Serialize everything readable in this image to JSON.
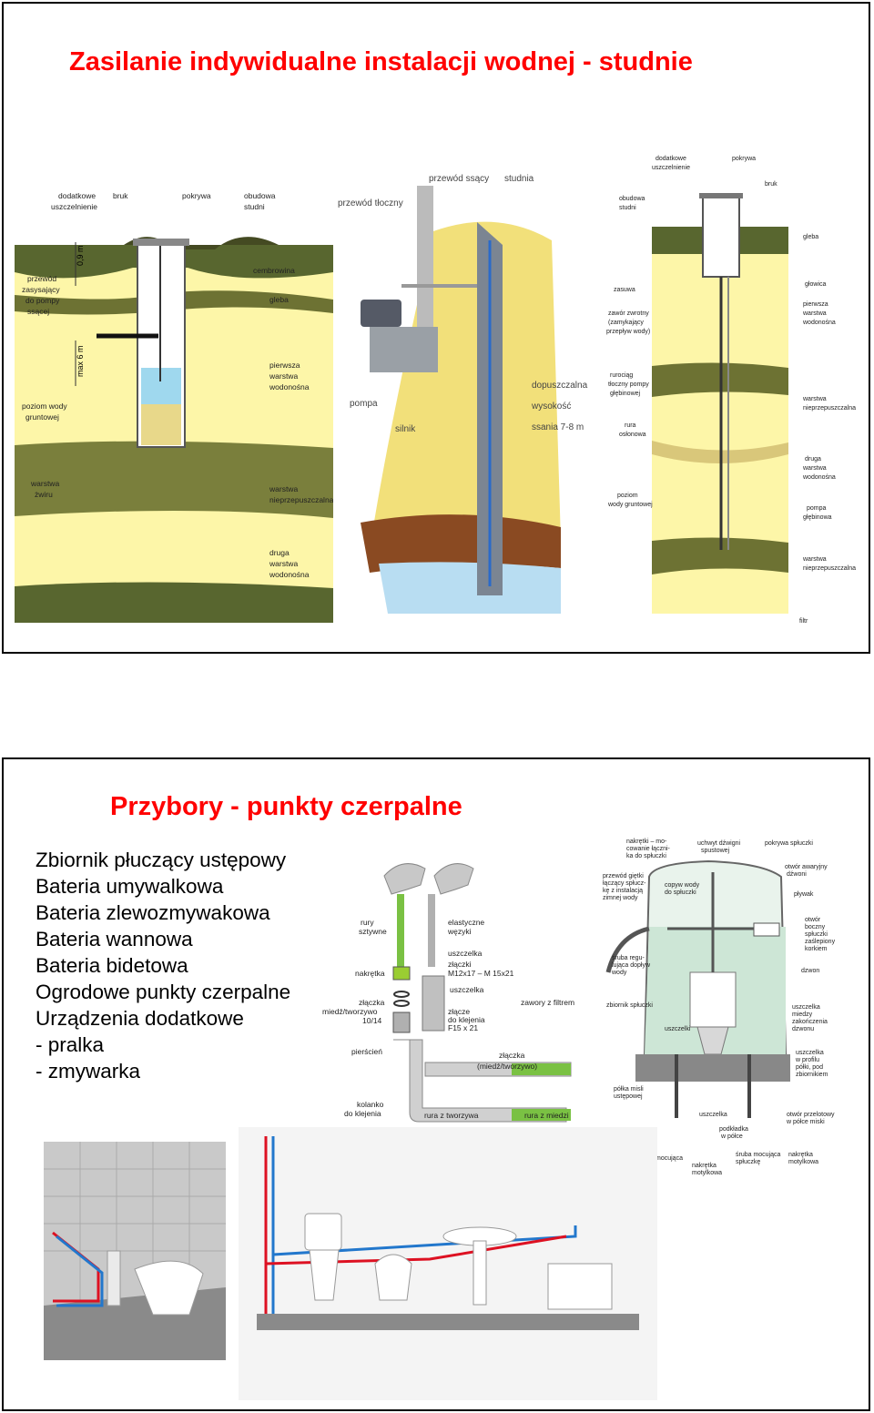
{
  "slide1": {
    "title": "Zasilanie indywidualne instalacji wodnej - studnie",
    "fig_a": {
      "labels": [
        "dodatkowe",
        "uszczelnienie",
        "bruk",
        "pokrywa",
        "obudowa",
        "studni",
        "cembrowina",
        "gleba",
        "przewód",
        "zasysający",
        "do pompy",
        "ssącej",
        "pierwsza",
        "warstwa",
        "wodonośna",
        "poziom wody",
        "gruntowej",
        "warstwa",
        "żwiru",
        "warstwa",
        "nieprzepuszczalna",
        "druga",
        "warstwa",
        "wodonośna"
      ],
      "dim_top": "0,9 m",
      "dim_mid": "max 6 m"
    },
    "fig_b": {
      "labels": [
        "przewód ssący",
        "studnia",
        "przewód tłoczny",
        "pompa",
        "silnik",
        "dopuszczalna",
        "wysokość",
        "ssania 7-8 m"
      ]
    },
    "fig_c": {
      "labels": [
        "dodatkowe",
        "uszczelnienie",
        "pokrywa",
        "bruk",
        "obudowa",
        "studni",
        "gleba",
        "zasuwa",
        "głowica",
        "pierwsza",
        "warstwa",
        "wodonośna",
        "zawór zwrotny",
        "(zamykający",
        "przepływ wody)",
        "rurociąg",
        "tłoczny pompy",
        "głębinowej",
        "rura",
        "osłonowa",
        "warstwa",
        "nieprzepuszczalna",
        "druga",
        "warstwa",
        "wodonośna",
        "poziom",
        "wody gruntowej",
        "pompa",
        "głębinowa",
        "warstwa",
        "nieprzepuszczalna",
        "filtr"
      ]
    }
  },
  "slide2": {
    "title": "Przybory - punkty czerpalne",
    "bullets": [
      "Zbiornik płuczący ustępowy",
      "Bateria umywalkowa",
      "Bateria zlewozmywakowa",
      "Bateria wannowa",
      "Bateria bidetowa",
      "Ogrodowe punkty czerpalne",
      "Urządzenia dodatkowe",
      "- pralka",
      "- zmywarka"
    ],
    "fittings": {
      "labels": [
        "rury",
        "sztywne",
        "elastyczne",
        "węzyki",
        "nakrętka",
        "uszczelka",
        "złączki",
        "M12x17 – M 15x21",
        "uszczelka",
        "złączka",
        "miedź/tworzywo",
        "10/14",
        "złącze",
        "do klejenia",
        "F15 x 21",
        "zawory z filtrem",
        "pierścień",
        "złączka",
        "(miedź/tworzywo)",
        "kolanko",
        "do klejenia",
        "rura z tworzywa",
        "rura z miedzi"
      ]
    },
    "cistern": {
      "labels": [
        "nakrętki – mo-",
        "cowanie łączni-",
        "ka do spłuczki",
        "uchwyt dźwigni",
        "spustowej",
        "pokrywa spłuczki",
        "otwór awaryjny",
        "dźwoni",
        "przewód giętki",
        "łączący spłucz-",
        "kę z instalacją",
        "zimnej wody",
        "pływak",
        "copyw wody",
        "do spłuczki",
        "otwór",
        "boczny",
        "spłuczki",
        "zaślepiony",
        "korkiem",
        "śruba regu-",
        "lująca dopływ",
        "wody",
        "dzwon",
        "zbiornik spłuczki",
        "uszczelka",
        "miedzy",
        "zakończenia",
        "dzwonu",
        "uszczelki",
        "uszczelka",
        "w profilu",
        "półki, pod",
        "zbiornikiem",
        "półka misli",
        "ustępowej",
        "uszczelka",
        "otwór przelotowy",
        "w półce miski",
        "podkładka",
        "w półce",
        "śruba mocująca",
        "spłuczkę",
        "nakrętka",
        "motylkowa",
        "mocująca",
        "nakrętka",
        "motylkowa"
      ]
    }
  }
}
